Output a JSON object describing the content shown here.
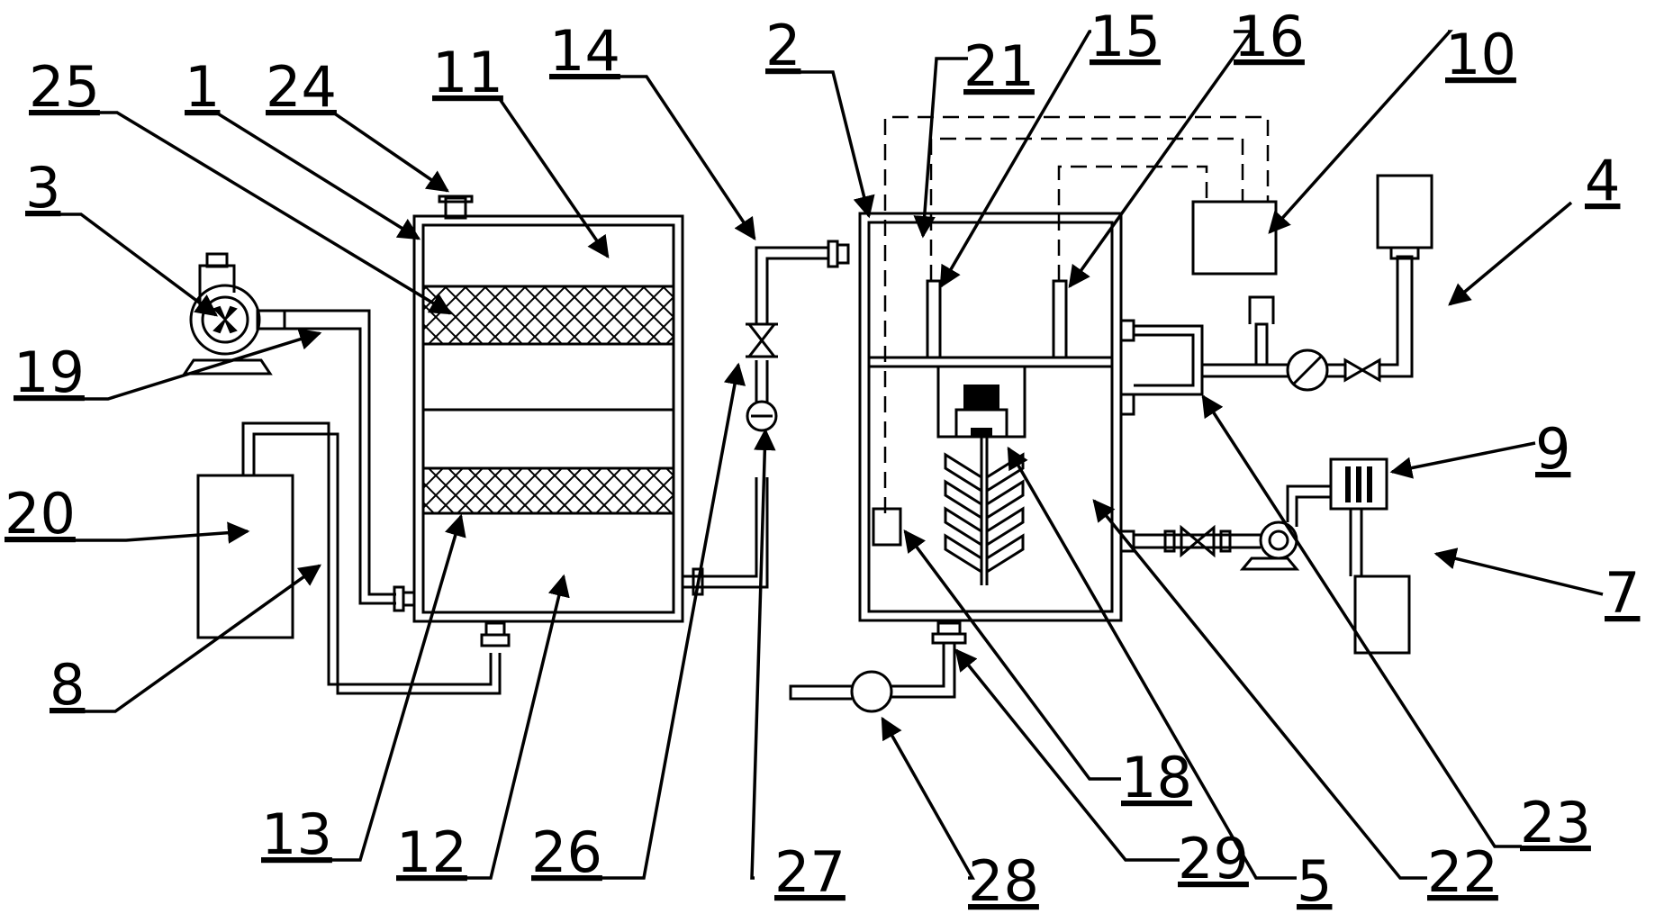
{
  "labels": {
    "l1": "1",
    "l2": "2",
    "l3": "3",
    "l4": "4",
    "l5": "5",
    "l7": "7",
    "l8": "8",
    "l9": "9",
    "l10": "10",
    "l11": "11",
    "l12": "12",
    "l13": "13",
    "l14": "14",
    "l15": "15",
    "l16": "16",
    "l18": "18",
    "l19": "19",
    "l20": "20",
    "l21": "21",
    "l22": "22",
    "l23": "23",
    "l24": "24",
    "l25": "25",
    "l26": "26",
    "l27": "27",
    "l28": "28",
    "l29": "29"
  }
}
